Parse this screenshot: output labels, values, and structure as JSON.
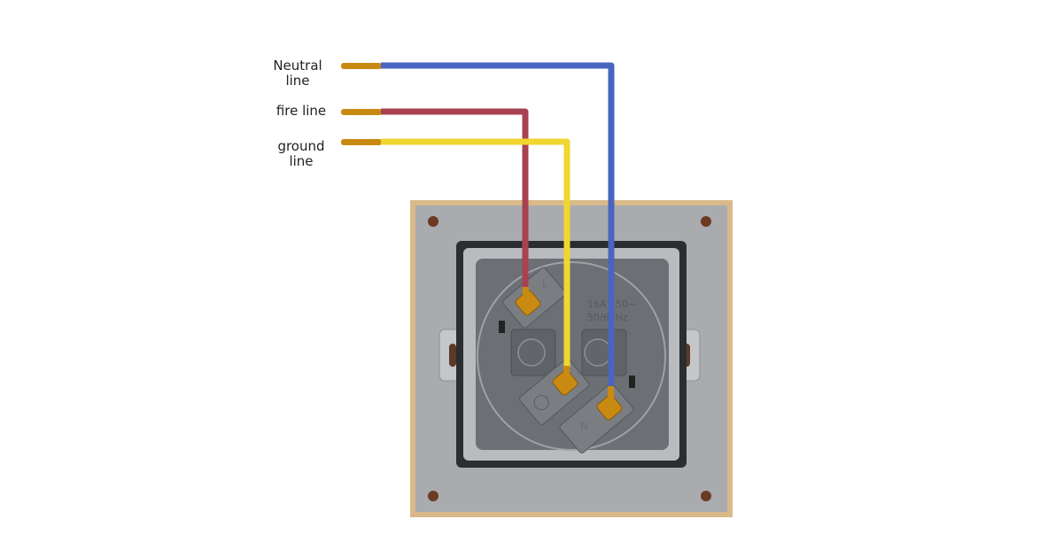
{
  "labels": {
    "neutral": [
      "Neutral",
      "line"
    ],
    "fire": "fire line",
    "ground": [
      "ground",
      "line"
    ]
  },
  "socket": {
    "rating_line1": "16A 250~",
    "rating_line2": "50/60Hz",
    "terminal_live": "L",
    "terminal_neutral": "N"
  },
  "colors": {
    "neutral_wire": "#4a64c0",
    "fire_wire": "#a84250",
    "ground_wire": "#f0d630",
    "copper": "#c98a12",
    "frame": "#d9b98a",
    "plate": "#a5a7aa",
    "body": "#6c7075"
  }
}
